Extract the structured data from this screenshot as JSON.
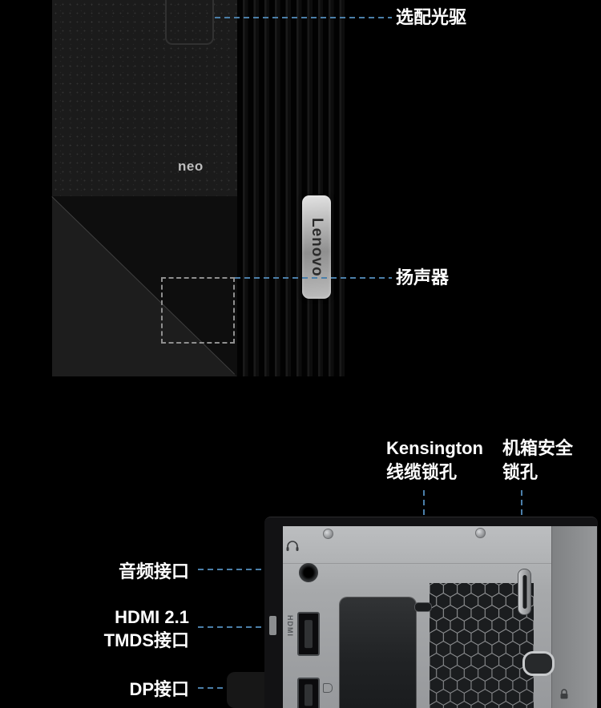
{
  "colors": {
    "background": "#000000",
    "annotation_line": "#4b7fa9",
    "label_text": "#ffffff"
  },
  "tower_section": {
    "neo_logo": "neo",
    "lenovo_badge": "Lenovo",
    "callouts": {
      "optical_drive": "选配光驱",
      "speaker": "扬声器"
    }
  },
  "rear_section": {
    "callouts": {
      "kensington_line1": "Kensington",
      "kensington_line2": "线缆锁孔",
      "chassis_lock_line1": "机箱安全",
      "chassis_lock_line2": "锁孔",
      "audio": "音频接口",
      "hdmi_line1": "HDMI 2.1",
      "hdmi_line2": "TMDS接口",
      "dp": "DP接口"
    },
    "panel_markings": {
      "hdmi_label": "HDMI"
    },
    "icons": [
      "headset-icon",
      "padlock-icon",
      "dp-icon"
    ]
  }
}
